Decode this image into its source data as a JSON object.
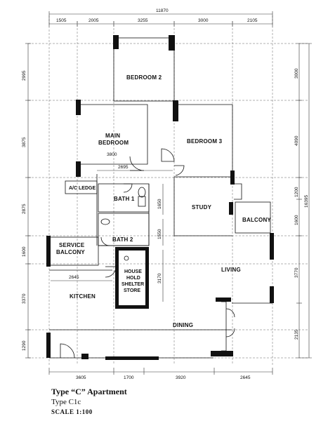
{
  "rooms": {
    "bedroom2": "BEDROOM 2",
    "main_bedroom_1": "MAIN",
    "main_bedroom_2": "BEDROOM",
    "bedroom3": "BEDROOM 3",
    "ac_ledge": "A/C LEDGE",
    "bath1": "BATH 1",
    "bath2": "BATH 2",
    "study": "STUDY",
    "balcony": "BALCONY",
    "service_balcony_1": "SERVICE",
    "service_balcony_2": "BALCONY",
    "shelter_1": "HOUSE",
    "shelter_2": "HOLD",
    "shelter_3": "SHELTER",
    "shelter_4": "STORE",
    "kitchen": "KITCHEN",
    "living": "LIVING",
    "dining": "DINING"
  },
  "dimensions": {
    "overall_width": "11870",
    "top_1": "1505",
    "top_2": "2005",
    "top_3": "3255",
    "top_4": "3000",
    "top_5": "2105",
    "left_1": "2995",
    "left_2": "3875",
    "left_3": "2875",
    "left_4": "1600",
    "left_5": "3370",
    "left_6": "1290",
    "right_1": "3000",
    "right_2": "4090",
    "right_3": "1200",
    "right_4": "1600",
    "right_5": "3770",
    "right_6": "2135",
    "overall_height": "16395",
    "bottom_1": "3605",
    "bottom_2": "1700",
    "bottom_3": "3920",
    "bottom_4": "2645",
    "inner_3800": "3800",
    "inner_2695": "2695",
    "inner_1650": "1650",
    "inner_1550": "1550",
    "inner_3170": "3170",
    "inner_2645": "2645"
  },
  "caption": {
    "title": "Type “C” Apartment",
    "subtitle": "Type C1c",
    "scale": "SCALE  1:100"
  }
}
